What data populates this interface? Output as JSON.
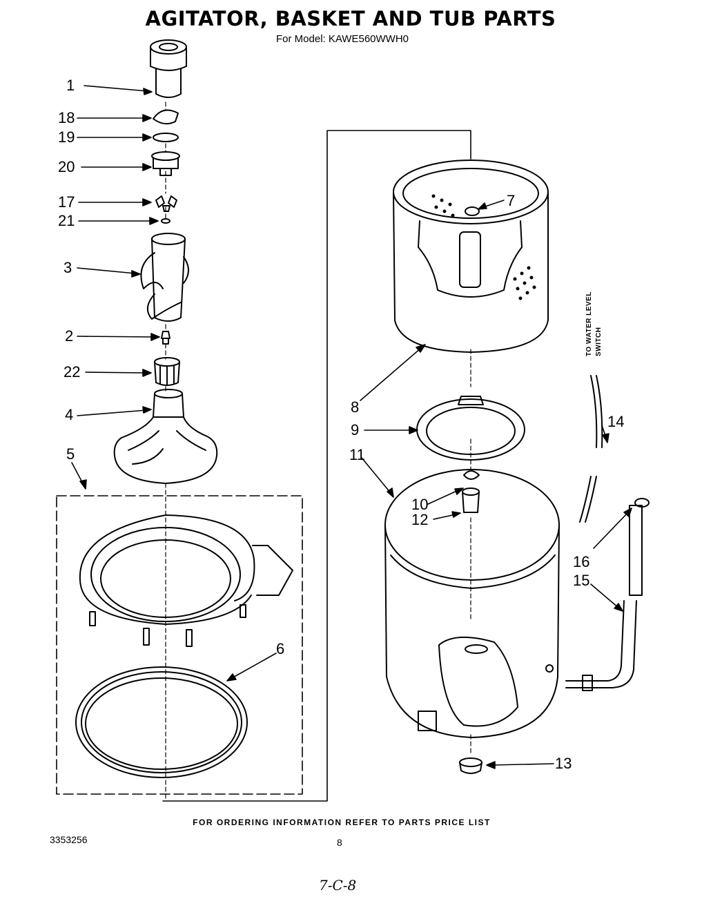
{
  "header": {
    "title": "AGITATOR, BASKET AND TUB PARTS",
    "model": "For Model: KAWE560WWH0"
  },
  "callouts": [
    "1",
    "18",
    "19",
    "20",
    "17",
    "21",
    "3",
    "2",
    "22",
    "4",
    "5",
    "6",
    "7",
    "8",
    "9",
    "11",
    "10",
    "12",
    "13",
    "14",
    "16",
    "15"
  ],
  "side_label": {
    "line1": "TO WATER LEVEL",
    "line2": "SWITCH"
  },
  "footer": {
    "ordering_note": "FOR ORDERING INFORMATION REFER TO PARTS PRICE LIST",
    "doc_number": "3353256",
    "page_number": "8",
    "handwritten_note": "7-C-8"
  }
}
